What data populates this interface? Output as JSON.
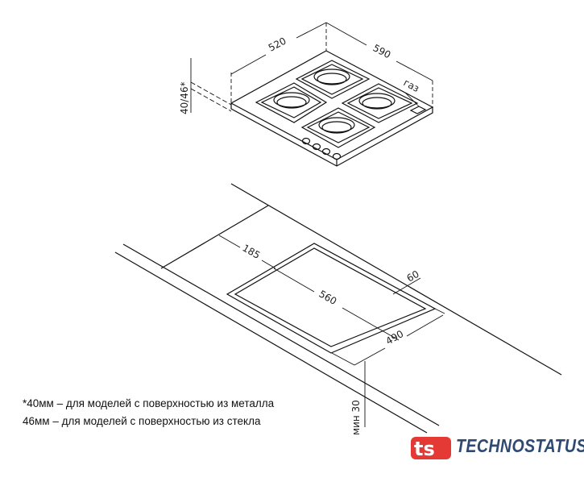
{
  "hob": {
    "width_label": "520",
    "depth_label": "590",
    "height_label": "40/46*",
    "gas_label": "газ"
  },
  "cutout": {
    "offset_back_label": "185",
    "length_label": "560",
    "offset_side_label": "60",
    "width_label": "490",
    "min_thickness_label": "мин 30"
  },
  "notes": [
    "*40мм – для моделей с поверхностью из металла",
    "46мм – для моделей с поверхностью из стекла"
  ],
  "logo": {
    "mark": "ts",
    "text": "TECHNOSTATUS",
    "mark_color": "#e53935",
    "text_color": "#2e4a72"
  }
}
